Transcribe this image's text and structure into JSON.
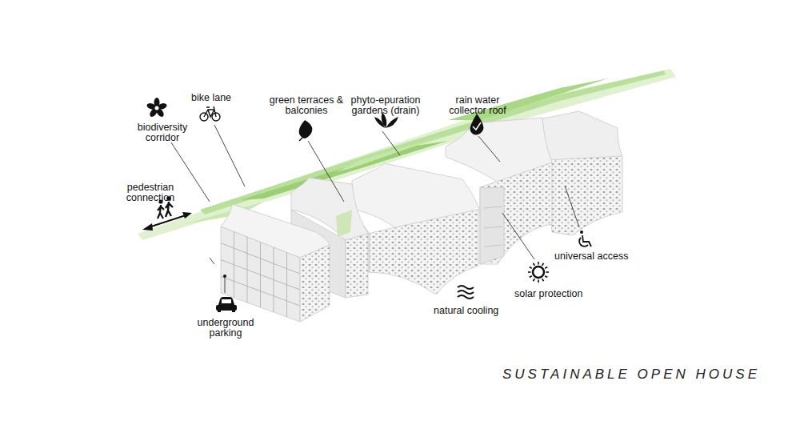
{
  "diagram": {
    "title": "SUSTAINABLE OPEN HOUSE",
    "labels": [
      "biodiversity corridor",
      "bike lane",
      "green terraces & balconies",
      "phyto-epuration gardens (drain)",
      "rain water collector roof",
      "pedestrian connection",
      "underground parking",
      "natural cooling",
      "solar protection",
      "universal access"
    ]
  }
}
